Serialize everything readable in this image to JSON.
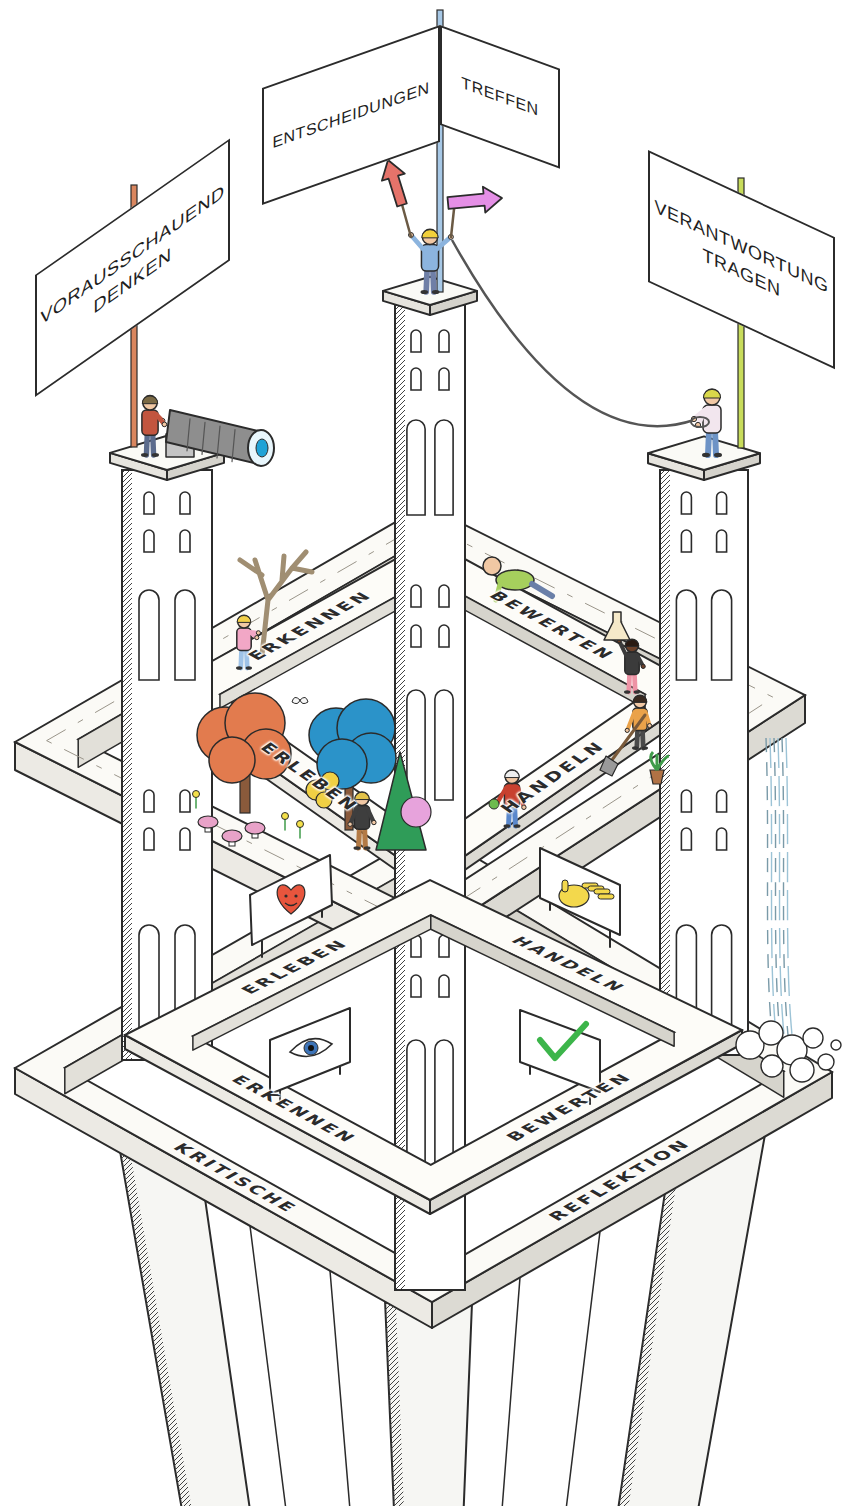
{
  "diagram": {
    "nodes": [
      {
        "text": [
          "VORAUSSCHAUEND DENKEN"
        ]
      },
      {
        "text": [
          "ENTSCHEIDUNGEN",
          "TREFFEN"
        ]
      },
      {
        "text": [
          "VERANTWORTUNG TRAGEN"
        ]
      }
    ],
    "labels": [
      "ERKENNEN",
      "BEWERTEN",
      "ERLEBEN",
      "HANDELN",
      "ERLEBEN",
      "HANDELN",
      "ERKENNEN",
      "BEWERTEN",
      "KRITISCHE",
      "REFLEKTION"
    ]
  }
}
